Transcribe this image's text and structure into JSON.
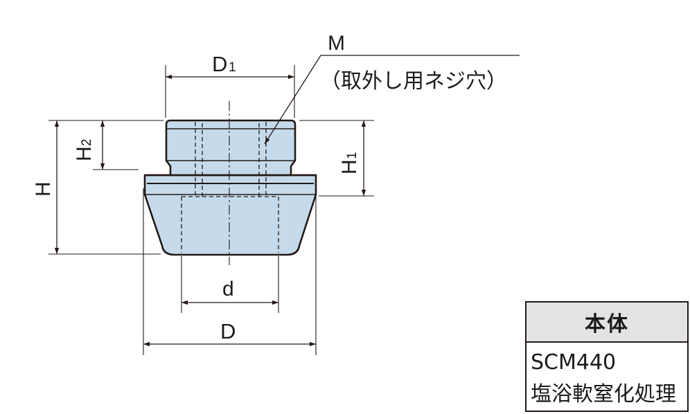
{
  "labels": {
    "d1_main": "D",
    "d1_sub": "1",
    "m": "M",
    "m_note": "（取外し用ネジ穴）",
    "h2_main": "H",
    "h2_sub": "2",
    "h1_main": "H",
    "h1_sub": "1",
    "h": "H",
    "d_small": "d",
    "d_big": "D"
  },
  "spec_table": {
    "header": "本体",
    "material": "SCM440",
    "treatment": "塩浴軟窒化処理"
  },
  "colors": {
    "part_fill": "#c5dbeb",
    "line": "#231815",
    "table_header_bg": "#e3e3e3"
  }
}
